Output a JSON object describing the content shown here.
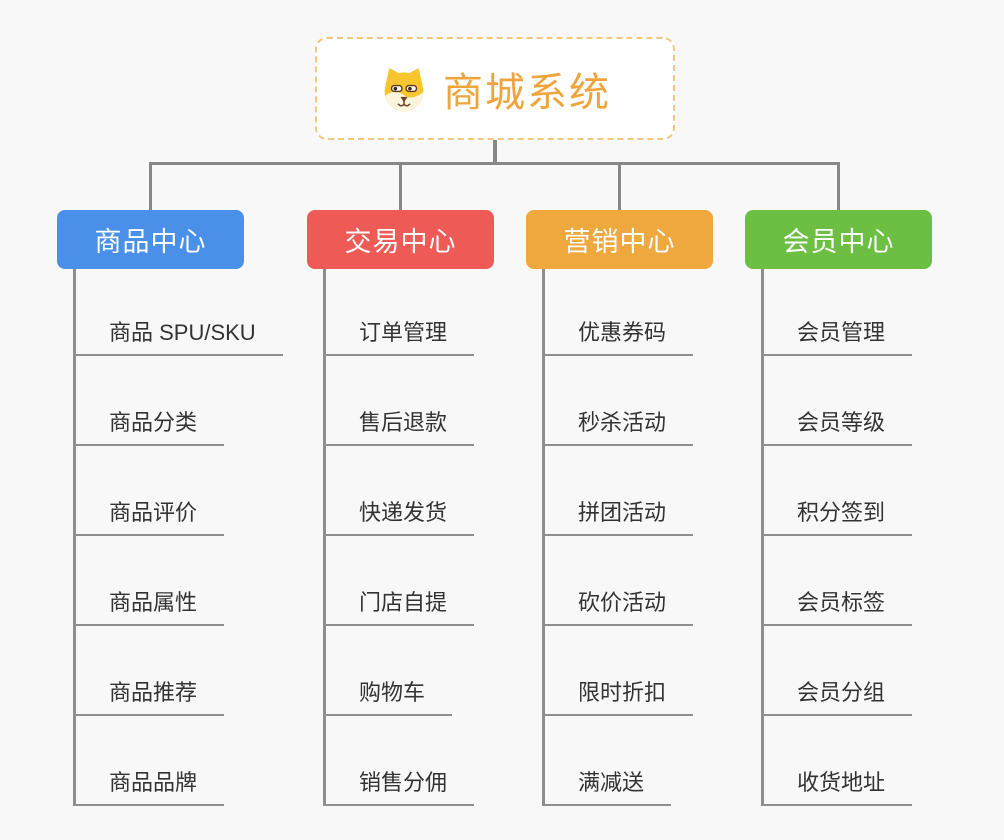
{
  "canvas": {
    "background": "#f8f8f8",
    "connector_color": "#878787"
  },
  "root": {
    "label": "商城系统",
    "icon": "dog-face-icon",
    "text_color": "#f0a53c",
    "border_color": "#f3c87e",
    "background": "#ffffff"
  },
  "branches": [
    {
      "label": "商品中心",
      "color": "#4a90e8",
      "items": [
        "商品 SPU/SKU",
        "商品分类",
        "商品评价",
        "商品属性",
        "商品推荐",
        "商品品牌"
      ]
    },
    {
      "label": "交易中心",
      "color": "#ee5a55",
      "items": [
        "订单管理",
        "售后退款",
        "快递发货",
        "门店自提",
        "购物车",
        "销售分佣"
      ]
    },
    {
      "label": "营销中心",
      "color": "#efa83d",
      "items": [
        "优惠券码",
        "秒杀活动",
        "拼团活动",
        "砍价活动",
        "限时折扣",
        "满减送"
      ]
    },
    {
      "label": "会员中心",
      "color": "#6dbf44",
      "items": [
        "会员管理",
        "会员等级",
        "积分签到",
        "会员标签",
        "会员分组",
        "收货地址"
      ]
    }
  ]
}
